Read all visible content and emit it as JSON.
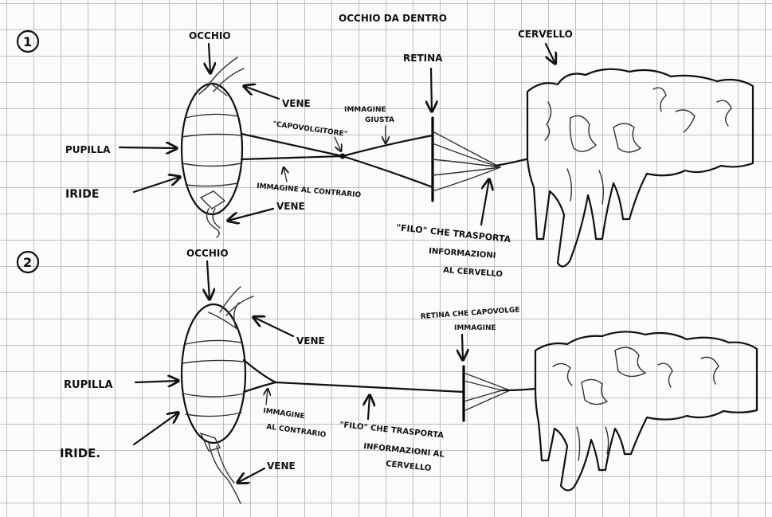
{
  "title": "OCCHIO DA DENTRO",
  "diagram1": {
    "number": "1",
    "occhio": "OCCHIO",
    "vene_top": "VENE",
    "vene_bottom": "VENE",
    "pupilla": "PUPILLA",
    "iride": "IRIDE",
    "capovolgitore": "\"CAPOVOLGITORE\"",
    "immagine_giusta_1": "IMMAGINE",
    "immagine_giusta_2": "GIUSTA",
    "immagine_contrario": "IMMAGINE AL CONTRARIO",
    "retina": "RETINA",
    "cervello": "CERVELLO",
    "filo_1": "\"FILO\" CHE TRASPORTA",
    "filo_2": "INFORMAZIONI",
    "filo_3": "AL CERVELLO"
  },
  "diagram2": {
    "number": "2",
    "occhio": "OCCHIO",
    "vene_top": "VENE",
    "vene_bottom": "VENE",
    "pupilla": "RUPILLA",
    "iride": "IRIDE.",
    "retina_1": "RETINA CHE CAPOVOLGE",
    "retina_2": "IMMAGINE",
    "immagine_1": "IMMAGINE",
    "immagine_2": "AL CONTRARIO",
    "filo_1": "\"FILO\" CHE TRASPORTA",
    "filo_2": "INFORMAZIONI AL",
    "filo_3": "CERVELLO"
  }
}
